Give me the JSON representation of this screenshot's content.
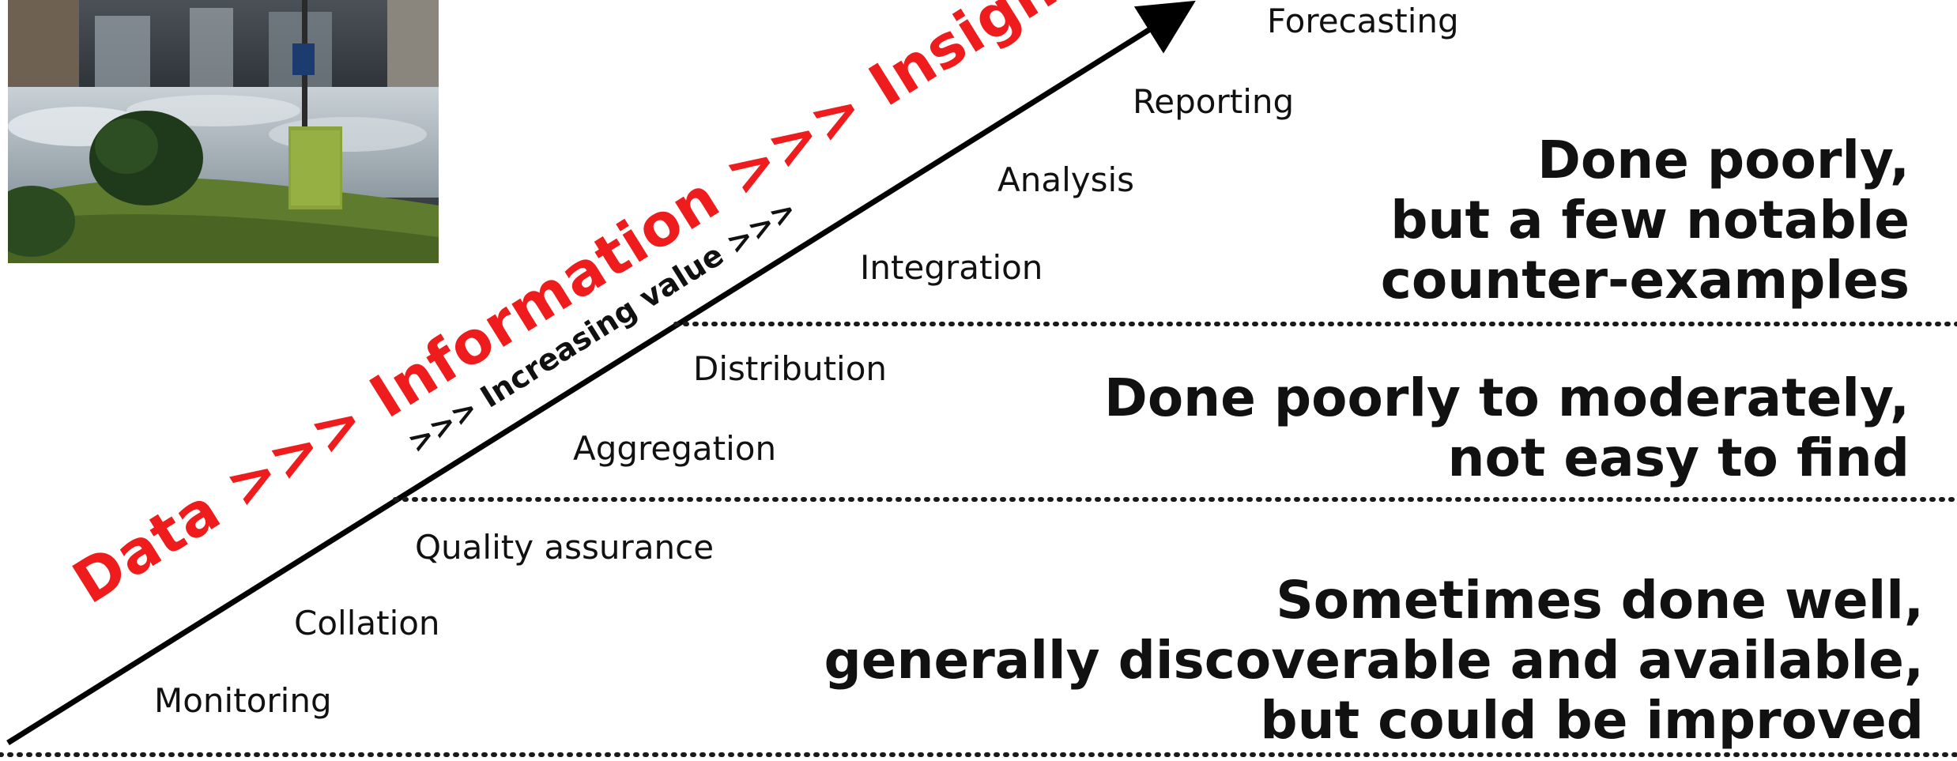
{
  "caption_main": "Data >>> Information >>> Insight",
  "caption_value": ">>> Increasing value >>>",
  "steps": [
    "Monitoring",
    "Collation",
    "Quality assurance",
    "Aggregation",
    "Distribution",
    "Integration",
    "Analysis",
    "Reporting",
    "Forecasting"
  ],
  "assessments": {
    "top": [
      "Done poorly,",
      "but a few notable",
      "counter-examples"
    ],
    "middle": [
      "Done poorly to moderately,",
      "not easy to find"
    ],
    "bottom": [
      "Sometimes done well,",
      "generally discoverable and available,",
      "but could be improved"
    ]
  },
  "colors": {
    "caption_red": "#ee1c1c",
    "ink": "#111111"
  }
}
